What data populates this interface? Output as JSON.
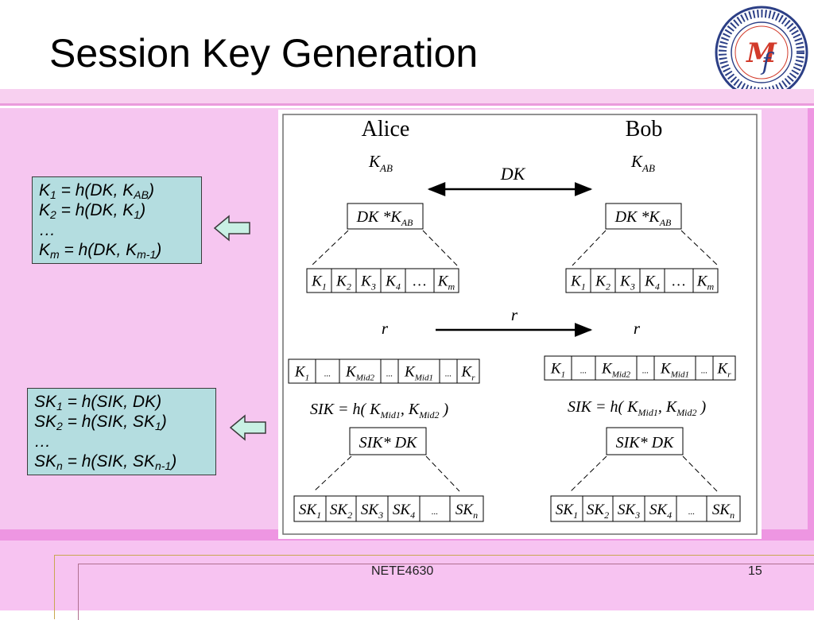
{
  "slide": {
    "title": "Session Key Generation",
    "footer_course": "NETE4630",
    "footer_page": "15"
  },
  "equations_top": {
    "line1": {
      "a": "K",
      "a_sub": "1",
      "b": " = h(DK, K",
      "b_sub": "AB",
      "c": ")"
    },
    "line2": {
      "a": "K",
      "a_sub": "2",
      "b": " = h(DK, K",
      "b_sub": "1",
      "c": ")"
    },
    "ellipsis": "…",
    "line4": {
      "a": "K",
      "a_sub": "m",
      "b": " = h(DK, K",
      "b_sub": "m-1",
      "c": ")"
    }
  },
  "equations_bottom": {
    "line1": {
      "a": "SK",
      "a_sub": "1",
      "b": " = h(SIK, DK)"
    },
    "line2": {
      "a": "SK",
      "a_sub": "2",
      "b": " = h(SIK, SK",
      "b_sub": "1",
      "c": ")"
    },
    "ellipsis": "…",
    "line4": {
      "a": "SK",
      "a_sub": "n",
      "b": " = h(SIK, SK",
      "b_sub": "n-1",
      "c": ")"
    }
  },
  "diagram": {
    "alice": "Alice",
    "bob": "Bob",
    "kab": "K",
    "kab_sub": "AB",
    "dk": "DK",
    "dk_times_kab": "DK *K",
    "r": "r",
    "sik_formula_a": "SIK = h( K",
    "sik_formula_sub1": "Mid1",
    "sik_formula_b": ", K",
    "sik_formula_sub2": "Mid2",
    "sik_formula_c": " )",
    "sik_times_dk": "SIK* DK",
    "ellipsis": "…",
    "small_ellipsis": "...",
    "k_chain": [
      "K|1",
      "K|2",
      "K|3",
      "K|4",
      "…",
      "K|m"
    ],
    "r_chain": [
      "K|1",
      "...",
      "K|Mid2",
      "...",
      "K|Mid1",
      "...",
      "K|r"
    ],
    "sk_chain": [
      "SK|1",
      "SK|2",
      "SK|3",
      "SK|4",
      "...",
      "SK|n"
    ]
  },
  "colors": {
    "panel_pink": "#f6c6f0",
    "border_pink": "#ee96e2",
    "equation_box": "#b4dde0",
    "arrow_fill": "#c9f0e4",
    "logo_ring": "#2c3f86",
    "logo_red": "#d23a2a"
  },
  "icons": {
    "logo": "university-seal",
    "left_arrow": "left-arrow-icon"
  }
}
